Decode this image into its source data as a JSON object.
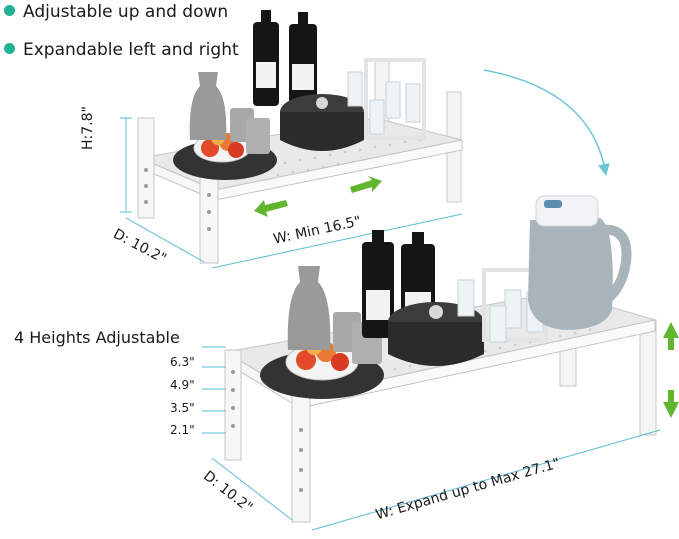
{
  "features": [
    {
      "text": "Adjustable up and down",
      "color": "#21b394"
    },
    {
      "text": "Expandable left and right",
      "color": "#21b394"
    }
  ],
  "top_rack": {
    "height_label": "H:7.8\"",
    "depth_label": "D: 10.2\"",
    "width_label": "W: Min 16.5\""
  },
  "bottom_rack": {
    "heights_title": "4 Heights Adjustable",
    "heights": [
      "6.3\"",
      "4.9\"",
      "3.5\"",
      "2.1\""
    ],
    "depth_label": "D: 10.2\"",
    "width_label": "W: Expand up to Max 27.1\""
  },
  "colors": {
    "accent_green": "#62b52f",
    "dimension_line": "#5bbcd4",
    "bullet": "#21b394"
  }
}
